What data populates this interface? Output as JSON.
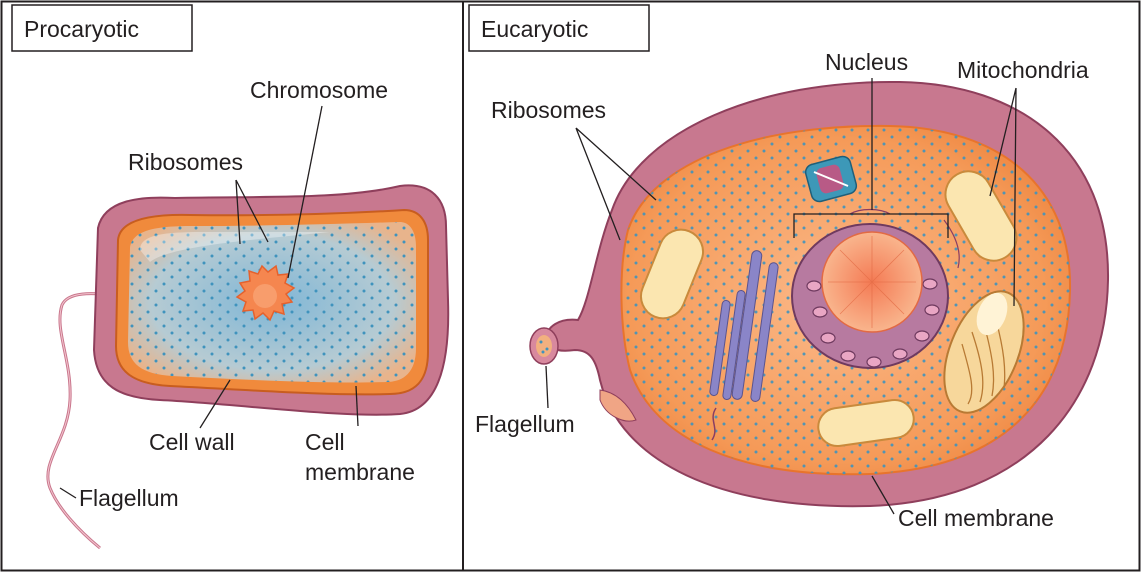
{
  "panels": {
    "left": {
      "title": "Procaryotic",
      "labels": {
        "chromosome": "Chromosome",
        "ribosomes": "Ribosomes",
        "cell_wall": "Cell wall",
        "cell_membrane_line1": "Cell",
        "cell_membrane_line2": "membrane",
        "flagellum": "Flagellum"
      }
    },
    "right": {
      "title": "Eucaryotic",
      "labels": {
        "nucleus": "Nucleus",
        "mitochondria": "Mitochondria",
        "ribosomes": "Ribosomes",
        "flagellum": "Flagellum",
        "cell_membrane": "Cell membrane"
      }
    }
  },
  "colors": {
    "cell_wall": "#c7798e",
    "cell_wall_dark": "#8f3f5c",
    "membrane_orange": "#f08a3c",
    "cytoplasm_blue": "#9fc7d8",
    "cytoplasm_orange": "#f7a56a",
    "ribosome_dot": "#4a9cc4",
    "chromosome": "#f58a5a",
    "nucleus": "#b77aa0",
    "mitochondria": "#fbe6b0",
    "golgi": "#8a85c8"
  }
}
